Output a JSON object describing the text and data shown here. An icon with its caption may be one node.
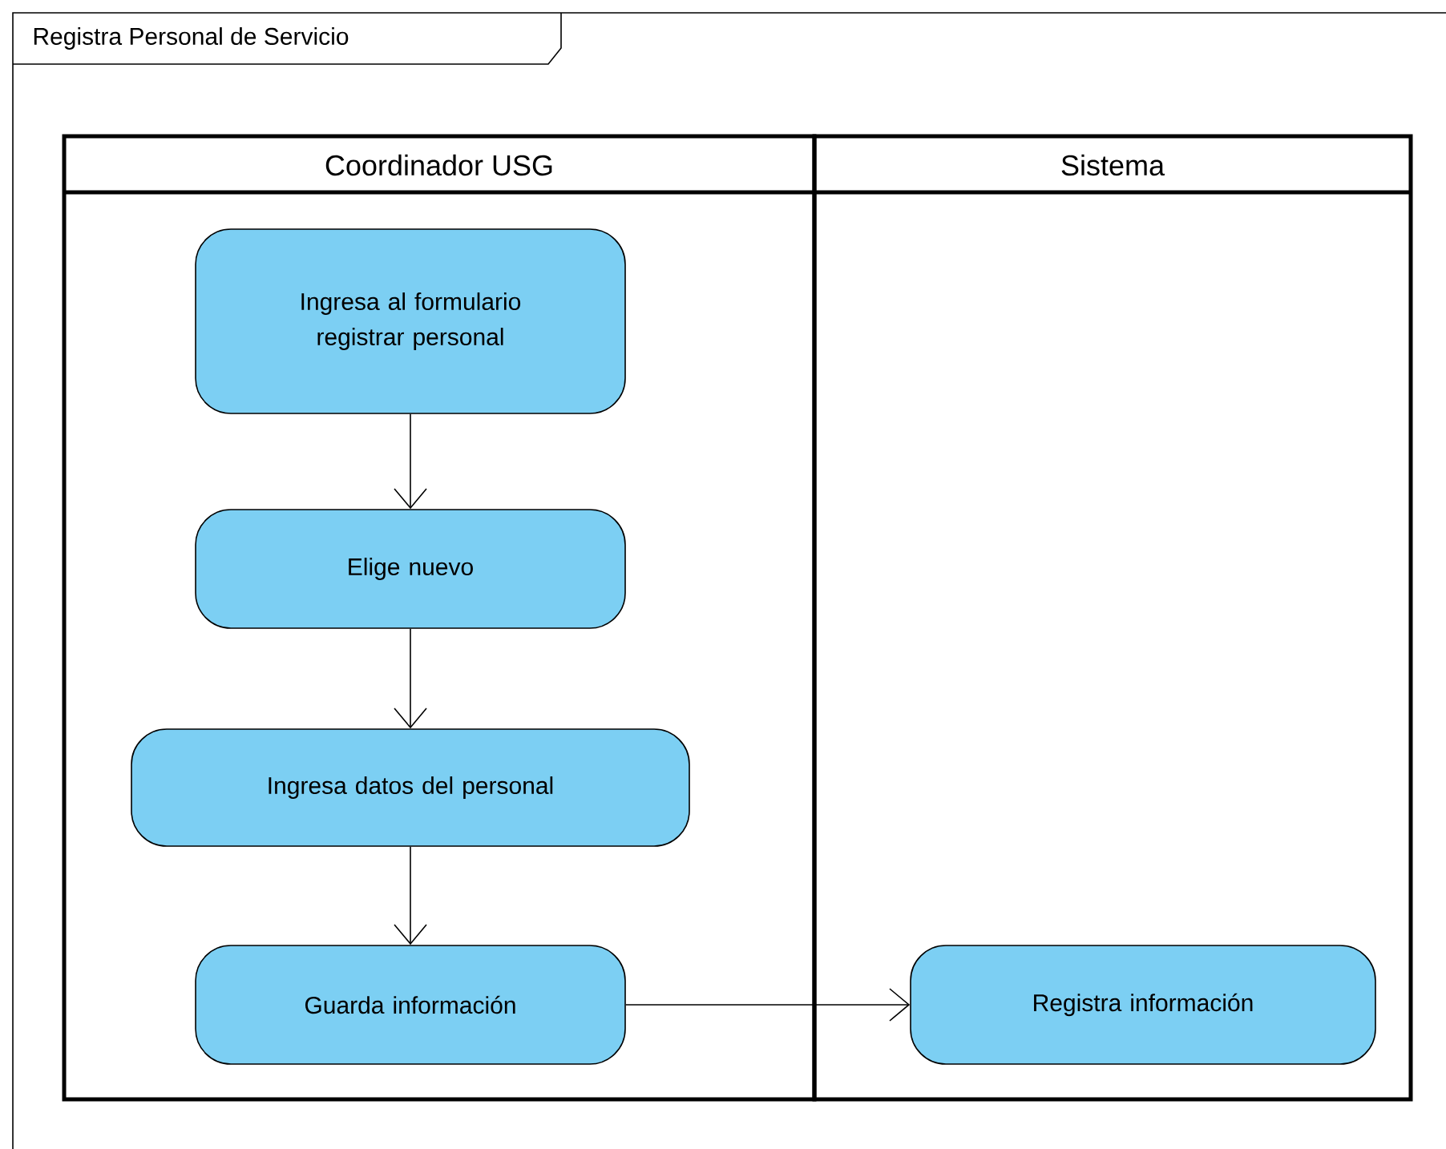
{
  "diagram": {
    "nodes": [
      {
        "text": [
          "Registra Personal de Servicio"
        ]
      },
      {
        "text": [
          "Coordinador USG"
        ],
        "in": 0
      },
      {
        "text": [
          "Sistema"
        ],
        "in": 0
      },
      {
        "text": [
          "Ingresa al formulario registrar personal"
        ],
        "in": 1
      },
      {
        "text": [
          "Elige nuevo"
        ],
        "in": 1
      },
      {
        "text": [
          "Ingresa datos del personal"
        ],
        "in": 1
      },
      {
        "text": [
          "Guarda información"
        ],
        "in": 1
      },
      {
        "text": [
          "Registra información"
        ],
        "in": 2
      }
    ],
    "edges": [
      {
        "from": 3,
        "to": 4,
        "arrow": "to"
      },
      {
        "from": 4,
        "to": 5,
        "arrow": "to"
      },
      {
        "from": 5,
        "to": 6,
        "arrow": "to"
      },
      {
        "from": 6,
        "to": 7,
        "arrow": "to"
      }
    ]
  }
}
